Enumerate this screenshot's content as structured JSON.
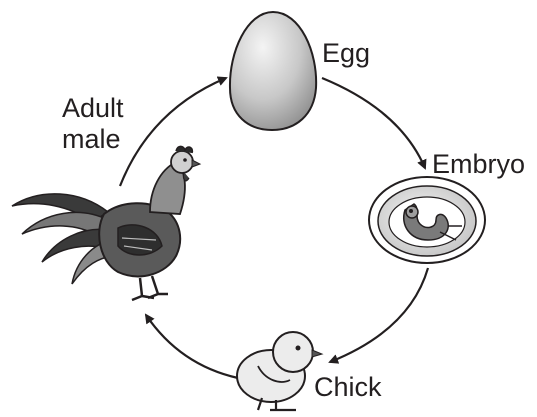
{
  "diagram": {
    "stages": {
      "egg": {
        "label": "Egg"
      },
      "embryo": {
        "label": "Embryo"
      },
      "chick": {
        "label": "Chick"
      },
      "adult": {
        "label_line1": "Adult",
        "label_line2": "male"
      }
    },
    "cycle_order": [
      "Egg",
      "Embryo",
      "Chick",
      "Adult male"
    ]
  },
  "colors": {
    "ink": "#231f20",
    "egg_light": "#f2f2f2",
    "egg_dark": "#8c8c8c",
    "embryo_bg": "#d9d9d9",
    "chick_body": "#ececec"
  }
}
